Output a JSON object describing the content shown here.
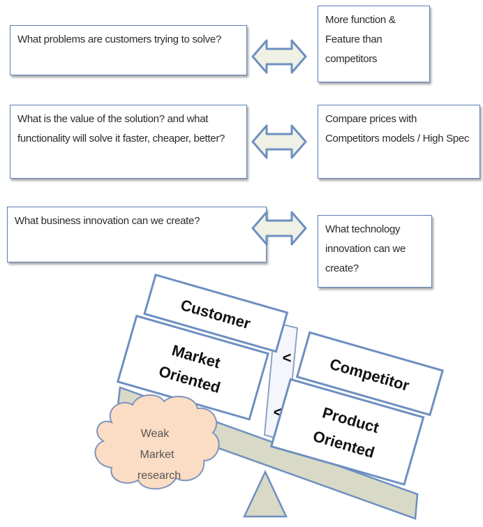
{
  "rows": [
    {
      "left": "What problems are customers trying to solve?",
      "right": "More function & Feature than competitors"
    },
    {
      "left": "What is the value of the solution? and what functionality will solve it faster, cheaper, better?",
      "right": "Compare prices with Competitors models / High Spec"
    },
    {
      "left": "What business innovation can we create?",
      "right": "What technology innovation can we create?"
    }
  ],
  "scale": {
    "left_top": "Customer",
    "left_bottom_line1": "Market",
    "left_bottom_line2": "Oriented",
    "right_top": "Competitor",
    "right_bottom_line1": "Product",
    "right_bottom_line2": "Oriented",
    "comparator": "<",
    "cloud_line1": "Weak",
    "cloud_line2": "Market",
    "cloud_line3": "research"
  },
  "colors": {
    "box_border": "#5b7fb5",
    "arrow_fill": "#eef1e4",
    "arrow_stroke": "#6d8fc0",
    "beam_fill": "#d8d9c7",
    "cloud_fill": "#fbdcc4",
    "cloud_stroke": "#7d94bd"
  }
}
